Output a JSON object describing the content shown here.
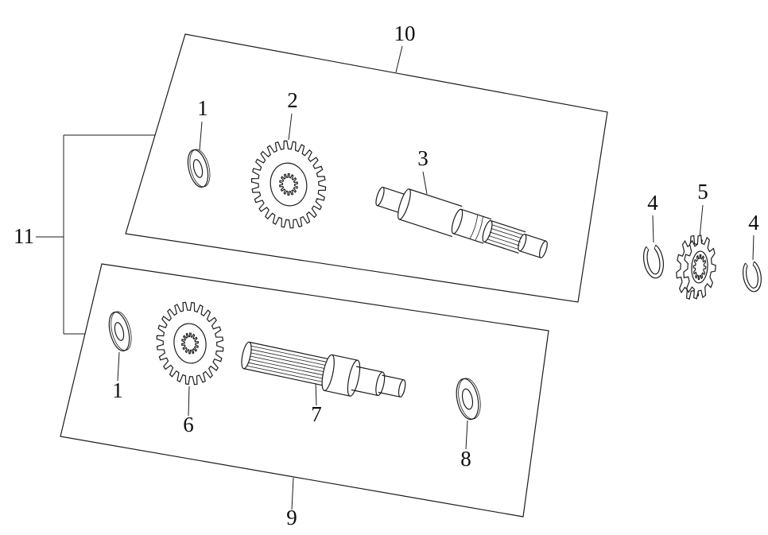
{
  "diagram": {
    "type": "exploded-parts-line-drawing",
    "colors": {
      "background": "#ffffff",
      "line": "#1c1c1c",
      "text": "#0b0b0b"
    },
    "callouts": {
      "panel_top": {
        "label": "10"
      },
      "panel_bottom": {
        "label": "9"
      },
      "bracket": {
        "label": "11"
      },
      "washer_top": {
        "label": "1"
      },
      "gear_top": {
        "label": "2"
      },
      "shaft_top": {
        "label": "3"
      },
      "circlip_left": {
        "label": "4"
      },
      "sprocket": {
        "label": "5"
      },
      "circlip_right": {
        "label": "4"
      },
      "washer_bottom": {
        "label": "1"
      },
      "gear_bottom": {
        "label": "6"
      },
      "shaft_bottom": {
        "label": "7"
      },
      "washer_8": {
        "label": "8"
      }
    }
  }
}
